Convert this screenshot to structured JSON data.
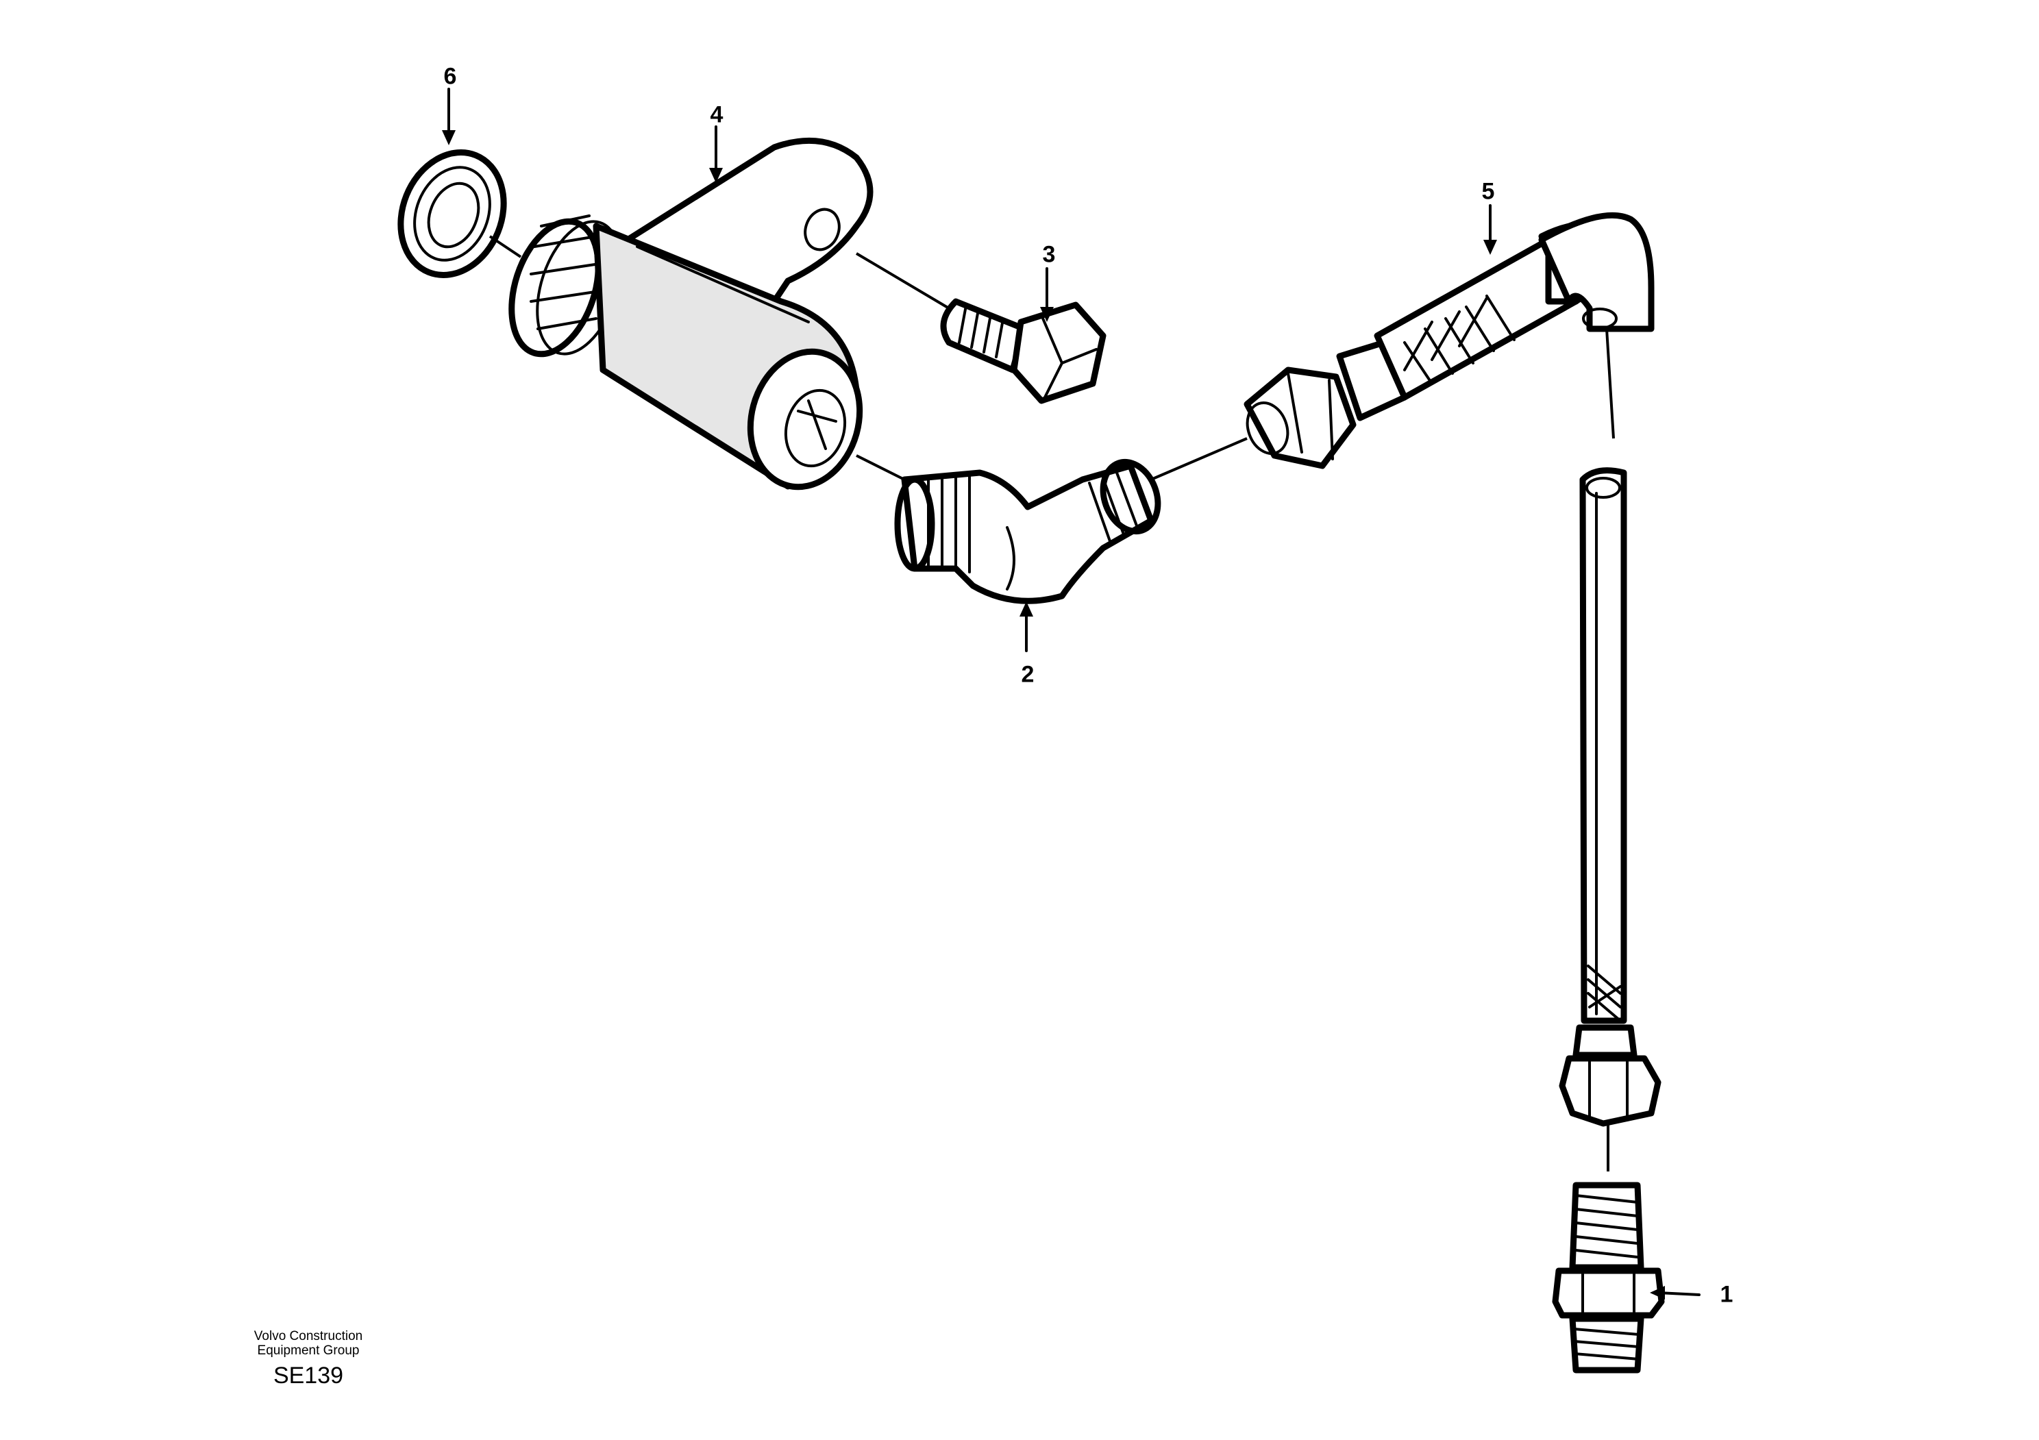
{
  "callouts": {
    "c1": "1",
    "c2": "2",
    "c3": "3",
    "c4": "4",
    "c5": "5",
    "c6": "6"
  },
  "footer": {
    "company_line1": "Volvo Construction",
    "company_line2": "Equipment Group",
    "drawing_code": "SE139"
  }
}
